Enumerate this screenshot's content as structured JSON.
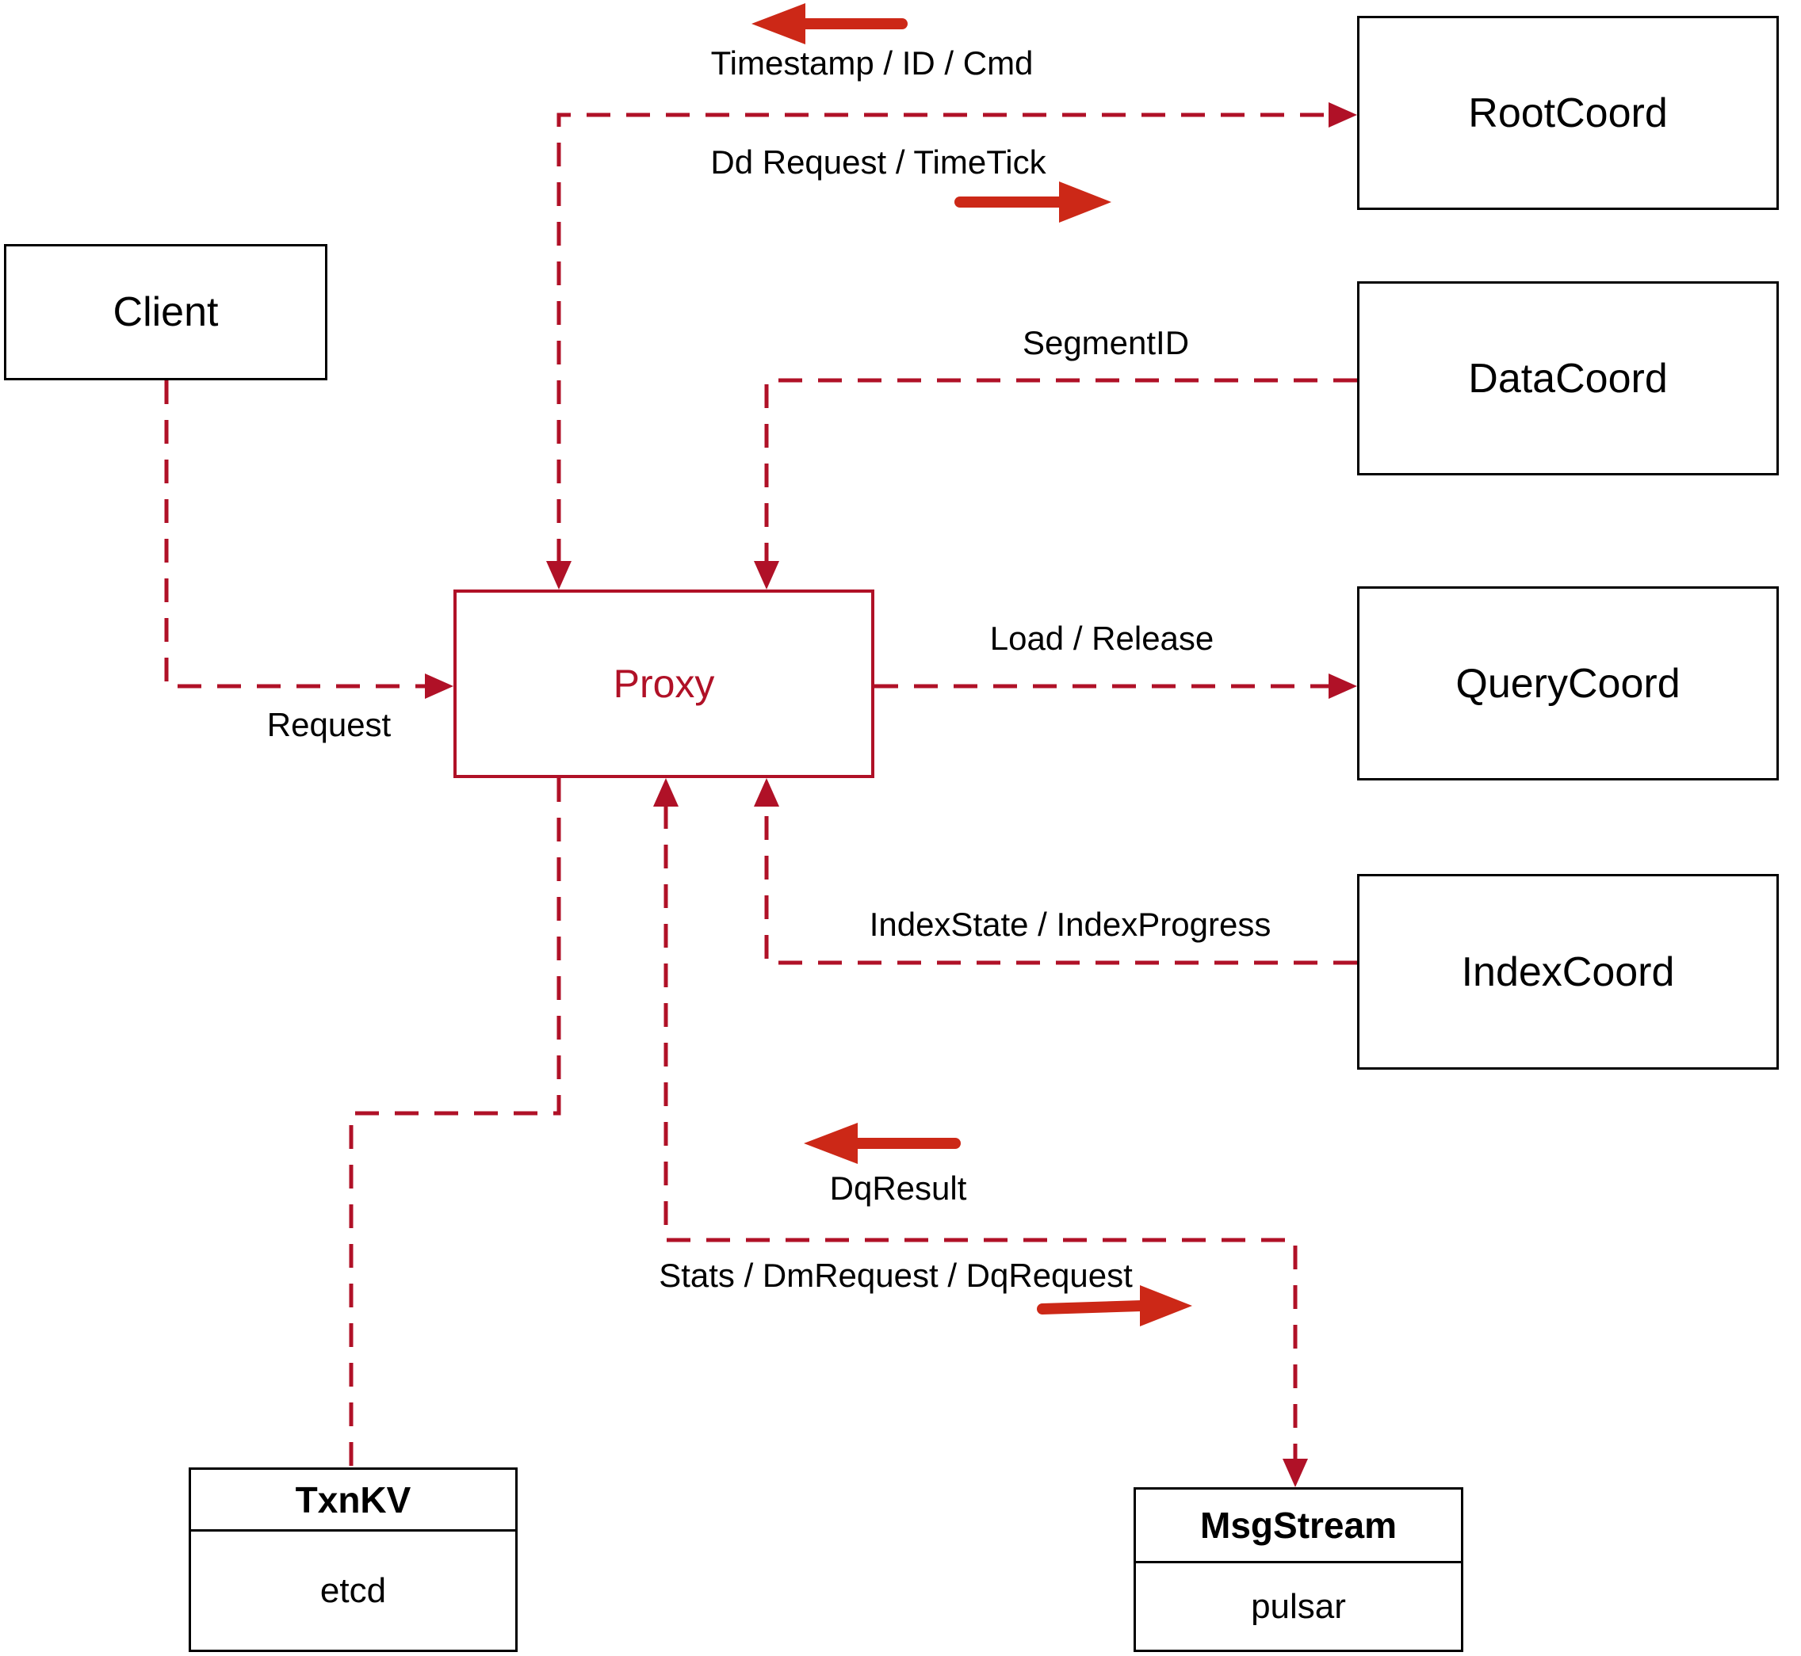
{
  "colors": {
    "line": "#b01127",
    "accent": "#cc2817",
    "border": "#000000",
    "text": "#000000",
    "background": "#ffffff"
  },
  "nodes": {
    "client": {
      "label": "Client"
    },
    "proxy": {
      "label": "Proxy"
    },
    "rootcoord": {
      "label": "RootCoord"
    },
    "datacoord": {
      "label": "DataCoord"
    },
    "querycoord": {
      "label": "QueryCoord"
    },
    "indexcoord": {
      "label": "IndexCoord"
    },
    "txnkv": {
      "title": "TxnKV",
      "body": "etcd"
    },
    "msgstream": {
      "title": "MsgStream",
      "body": "pulsar"
    }
  },
  "edge_labels": {
    "timestamp_id_cmd": "Timestamp / ID / Cmd",
    "dd_request_timetick": "Dd Request / TimeTick",
    "segment_id": "SegmentID",
    "request": "Request",
    "load_release": "Load / Release",
    "index_state_progress": "IndexState / IndexProgress",
    "dq_result": "DqResult",
    "stats_dm_dq_request": "Stats / DmRequest / DqRequest"
  },
  "edges": [
    {
      "from": "Proxy",
      "to": "RootCoord",
      "direction": "bidirectional",
      "labels": [
        "Dd Request / TimeTick",
        "Timestamp / ID / Cmd"
      ]
    },
    {
      "from": "DataCoord",
      "to": "Proxy",
      "direction": "one-way",
      "labels": [
        "SegmentID"
      ]
    },
    {
      "from": "Client",
      "to": "Proxy",
      "direction": "one-way",
      "labels": [
        "Request"
      ]
    },
    {
      "from": "Proxy",
      "to": "QueryCoord",
      "direction": "one-way",
      "labels": [
        "Load / Release"
      ]
    },
    {
      "from": "IndexCoord",
      "to": "Proxy",
      "direction": "one-way",
      "labels": [
        "IndexState / IndexProgress"
      ]
    },
    {
      "from": "Proxy",
      "to": "MsgStream",
      "direction": "bidirectional",
      "labels": [
        "Stats / DmRequest / DqRequest",
        "DqResult"
      ]
    },
    {
      "from": "Proxy",
      "to": "TxnKV",
      "direction": "undirected",
      "labels": []
    }
  ]
}
